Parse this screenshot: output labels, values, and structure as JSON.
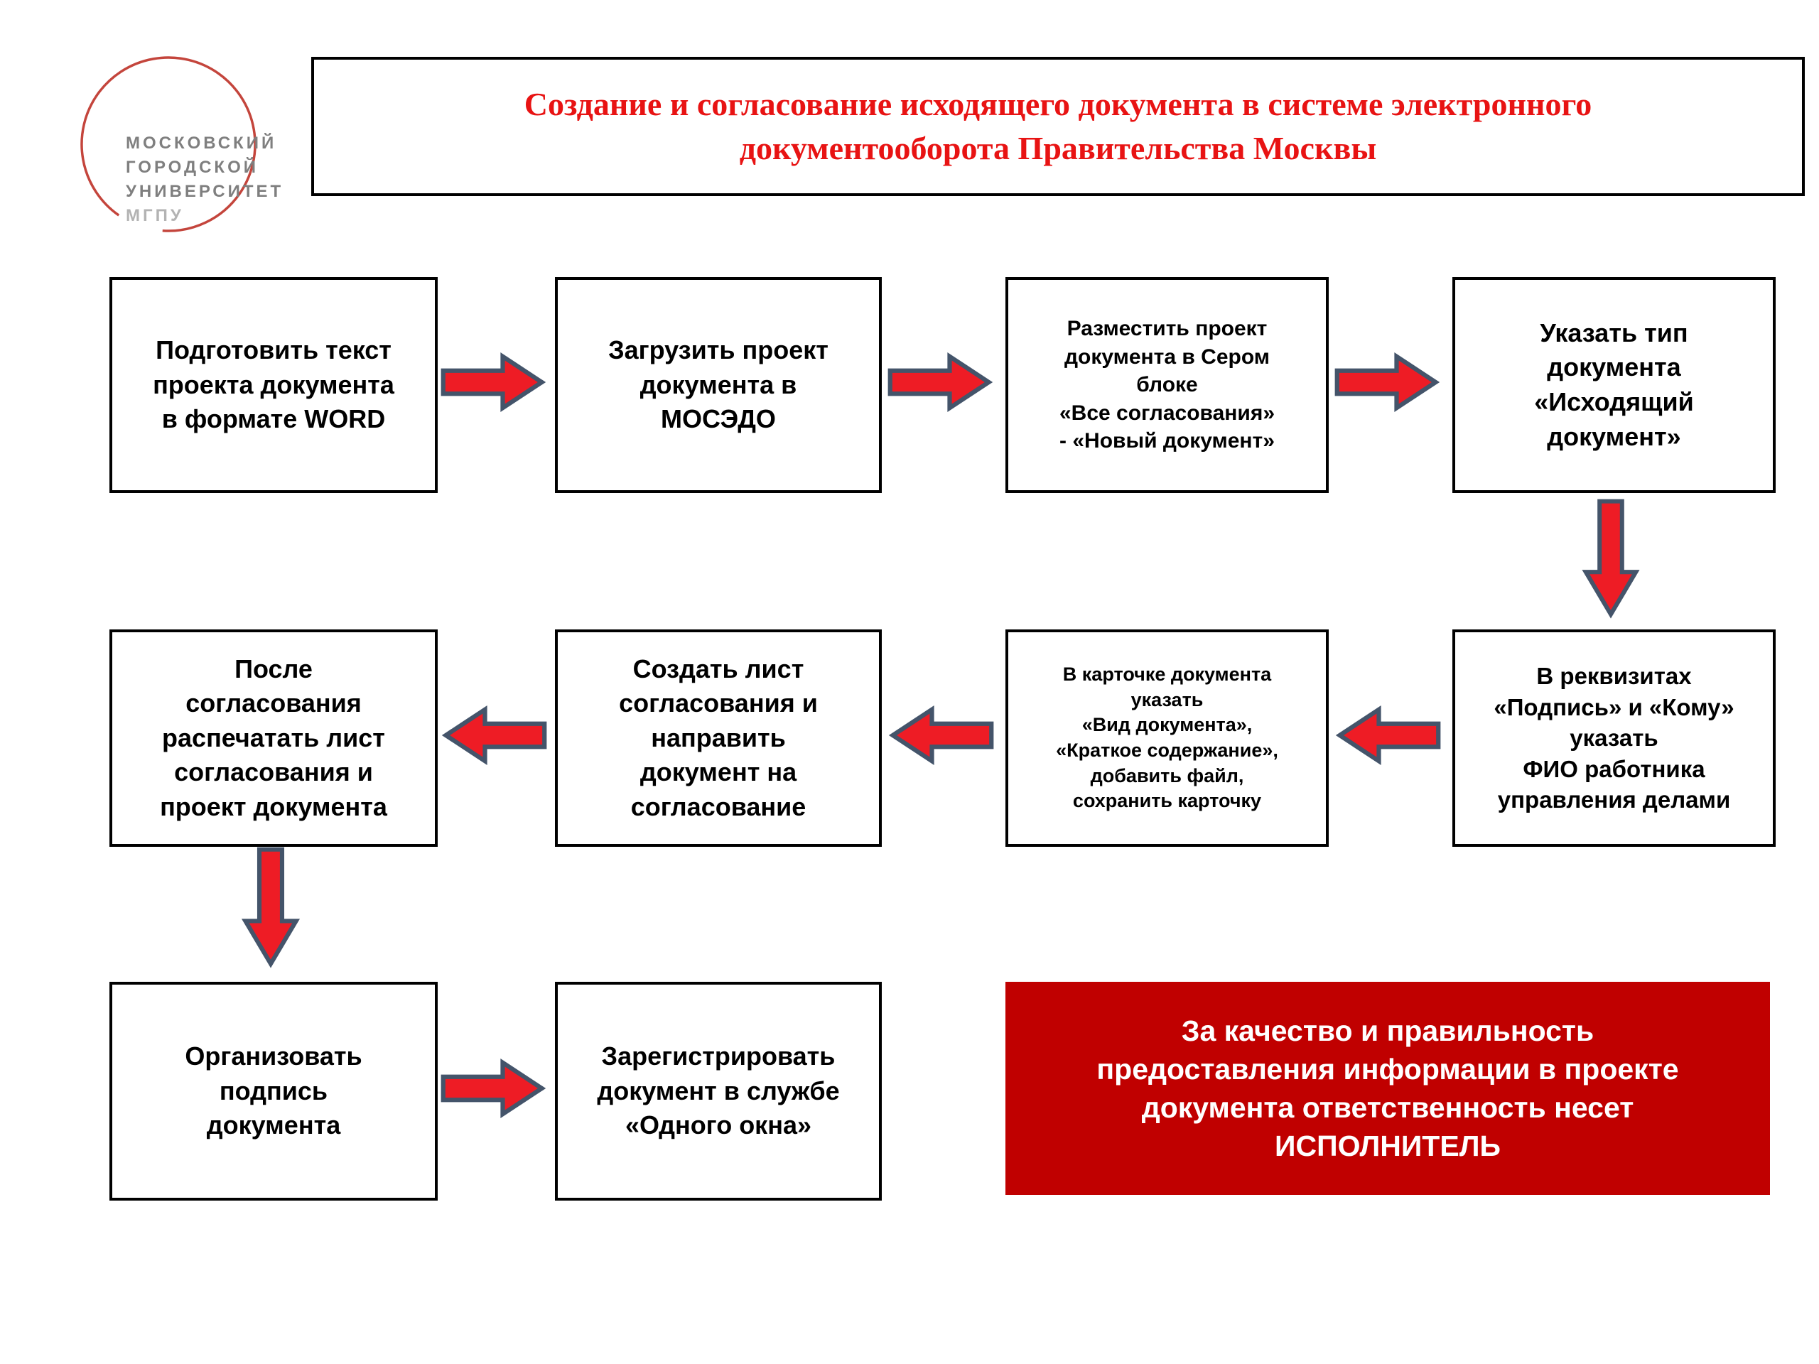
{
  "title": {
    "text": "Создание и согласование исходящего документа в системе электронного\nдокументооборота Правительства Москвы"
  },
  "logo": {
    "line1": "МОСКОВСКИЙ",
    "line2": "ГОРОДСКОЙ",
    "line3": "УНИВЕРСИТЕТ",
    "line4": "МГПУ"
  },
  "boxes": [
    {
      "id": 1,
      "text": "Подготовить текст\nпроекта документа\nв формате WORD"
    },
    {
      "id": 2,
      "text": "Загрузить проект\nдокумента в\nМОСЭДО"
    },
    {
      "id": 3,
      "text": "Разместить проект\nдокумента в Сером\nблоке\n«Все согласования»\n- «Новый документ»"
    },
    {
      "id": 4,
      "text": "Указать тип\nдокумента\n«Исходящий\nдокумент»"
    },
    {
      "id": 5,
      "text": "В реквизитах\n«Подпись» и «Кому»\nуказать\nФИО работника\nуправления делами"
    },
    {
      "id": 6,
      "text": "В карточке документа\nуказать\n«Вид документа»,\n«Краткое содержание»,\nдобавить файл,\nсохранить карточку"
    },
    {
      "id": 7,
      "text": "Создать лист\nсогласования и\nнаправить\nдокумент на\nсогласование"
    },
    {
      "id": 8,
      "text": "После\nсогласования\nраспечатать лист\nсогласования и\nпроект документа"
    },
    {
      "id": 9,
      "text": "Организовать\nподпись\nдокумента"
    },
    {
      "id": 10,
      "text": "Зарегистрировать\nдокумент в службе\n«Одного окна»"
    }
  ],
  "note": {
    "text": "За качество и правильность\nпредоставления информации в проекте\nдокумента ответственность несет\nИСПОЛНИТЕЛЬ"
  },
  "icons": {
    "arrow_right": "red-arrow-right",
    "arrow_left": "red-arrow-left",
    "arrow_down": "red-arrow-down",
    "logo_circle": "hand-drawn-circle"
  },
  "colors": {
    "title_red": "#e81313",
    "arrow_fill": "#ee1c25",
    "arrow_stroke": "#44546a",
    "note_bg": "#c00000",
    "note_text": "#ffffff",
    "box_border": "#000000",
    "logo_circle": "#c4453c",
    "logo_text": "#7f7f7f"
  }
}
